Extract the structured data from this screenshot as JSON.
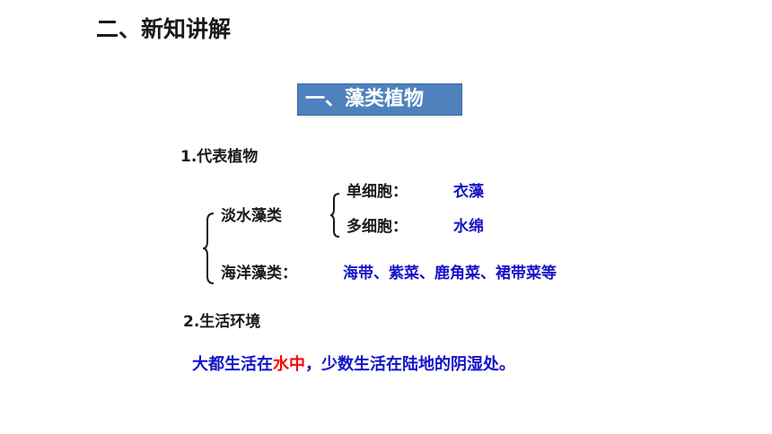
{
  "header": {
    "section_title": "二、新知讲解",
    "topic_label": "一、藻类植物"
  },
  "part1": {
    "heading": "1.代表植物",
    "freshwater_label": "淡水藻类",
    "unicellular_label": "单细胞：",
    "unicellular_example": "衣藻",
    "multicellular_label": "多细胞：",
    "multicellular_example": "水绵",
    "marine_label": "海洋藻类：",
    "marine_examples": "海带、紫菜、鹿角菜、裙带菜等"
  },
  "part2": {
    "heading": "2.生活环境",
    "summary_before": "大都生活在",
    "summary_highlight": "水中",
    "summary_after": "，少数生活在陆地的阴湿处。"
  },
  "colors": {
    "topic_box": "#4f81bd",
    "example_text": "#1414c8",
    "highlight": "#ff0000"
  }
}
